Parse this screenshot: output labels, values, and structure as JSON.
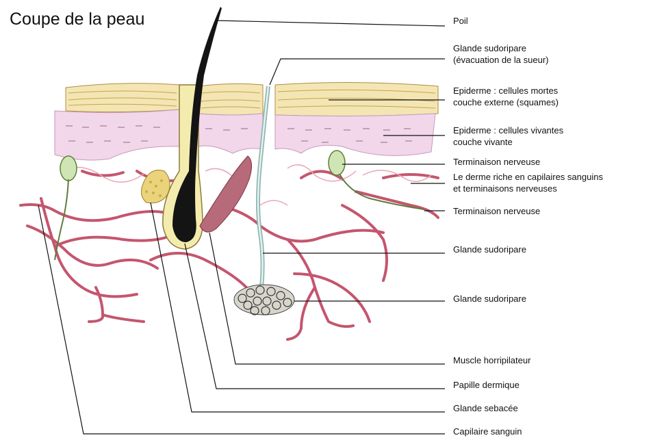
{
  "title": "Coupe de la peau",
  "labels": [
    {
      "lines": [
        "Poil"
      ]
    },
    {
      "lines": [
        "Glande sudoripare",
        "(évacuation de la sueur)"
      ]
    },
    {
      "lines": [
        "Epiderme : cellules mortes",
        "couche externe (squames)"
      ]
    },
    {
      "lines": [
        "Epiderme : cellules vivantes",
        "couche vivante"
      ]
    },
    {
      "lines": [
        "Terminaison nerveuse"
      ]
    },
    {
      "lines": [
        "Le derme riche en capilaires sanguins",
        "et terminaisons nerveuses"
      ]
    },
    {
      "lines": [
        "Terminaison nerveuse"
      ]
    },
    {
      "lines": [
        "Glande sudoripare"
      ]
    },
    {
      "lines": [
        "Glande sudoripare"
      ]
    },
    {
      "lines": [
        "Muscle horripilateur"
      ]
    },
    {
      "lines": [
        "Papille dermique"
      ]
    },
    {
      "lines": [
        "Glande sebacée"
      ]
    },
    {
      "lines": [
        "Capilaire sanguin"
      ]
    }
  ],
  "colors": {
    "dead_layer": "#f3e6b4",
    "dead_layer_line": "#c9a24a",
    "living_layer": "#f2d6ea",
    "vessel": "#c4566e",
    "vessel_light": "#e7a9b6",
    "hair": "#141414",
    "follicle": "#f4ecae",
    "muscle": "#b76a7a",
    "sebaceous": "#ead37a",
    "nerve": "#9cc27a",
    "sweat_duct": "#bfe0dc",
    "leader_line": "#111111"
  }
}
